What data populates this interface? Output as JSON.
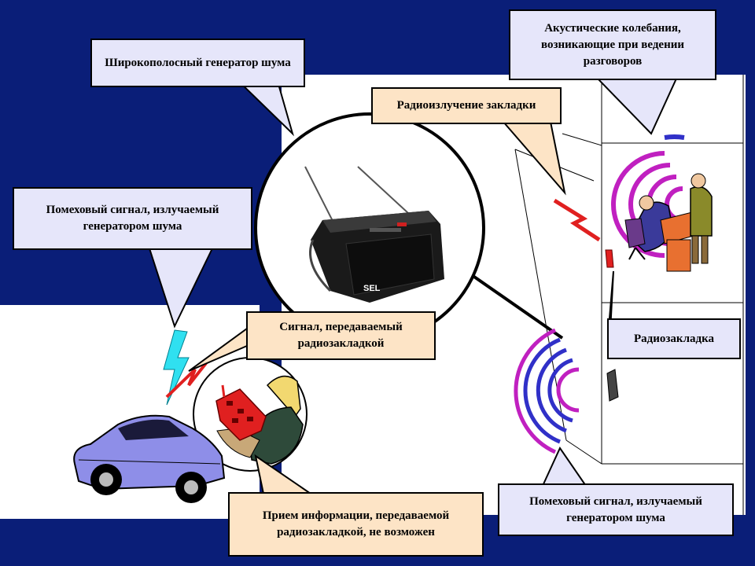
{
  "callouts": {
    "generator": "Широкополосный генератор шума",
    "acoustic": "Акустические колебания, возникающие при ведении разговоров",
    "bug_radiation": "Радиоизлучение закладки",
    "noise_left": "Помеховый сигнал, излучаемый генератором шума",
    "bug_signal": "Сигнал, передаваемый радиозакладкой",
    "bug": "Радиозакладка",
    "reception": "Прием информации, передаваемой радиозакладкой, не возможен",
    "noise_right": "Помеховый сигнал, излучаемый генератором шума"
  },
  "device_logo": "SEL",
  "colors": {
    "background": "#0a1e78",
    "callout_lavender": "#e6e6fa",
    "callout_peach": "#fde4c6",
    "wave_violet": "#c020c0",
    "wave_blue": "#3030c8",
    "lightning_cyan": "#30e0f0",
    "signal_red": "#e02020",
    "car_blue": "#8e8ee8"
  }
}
